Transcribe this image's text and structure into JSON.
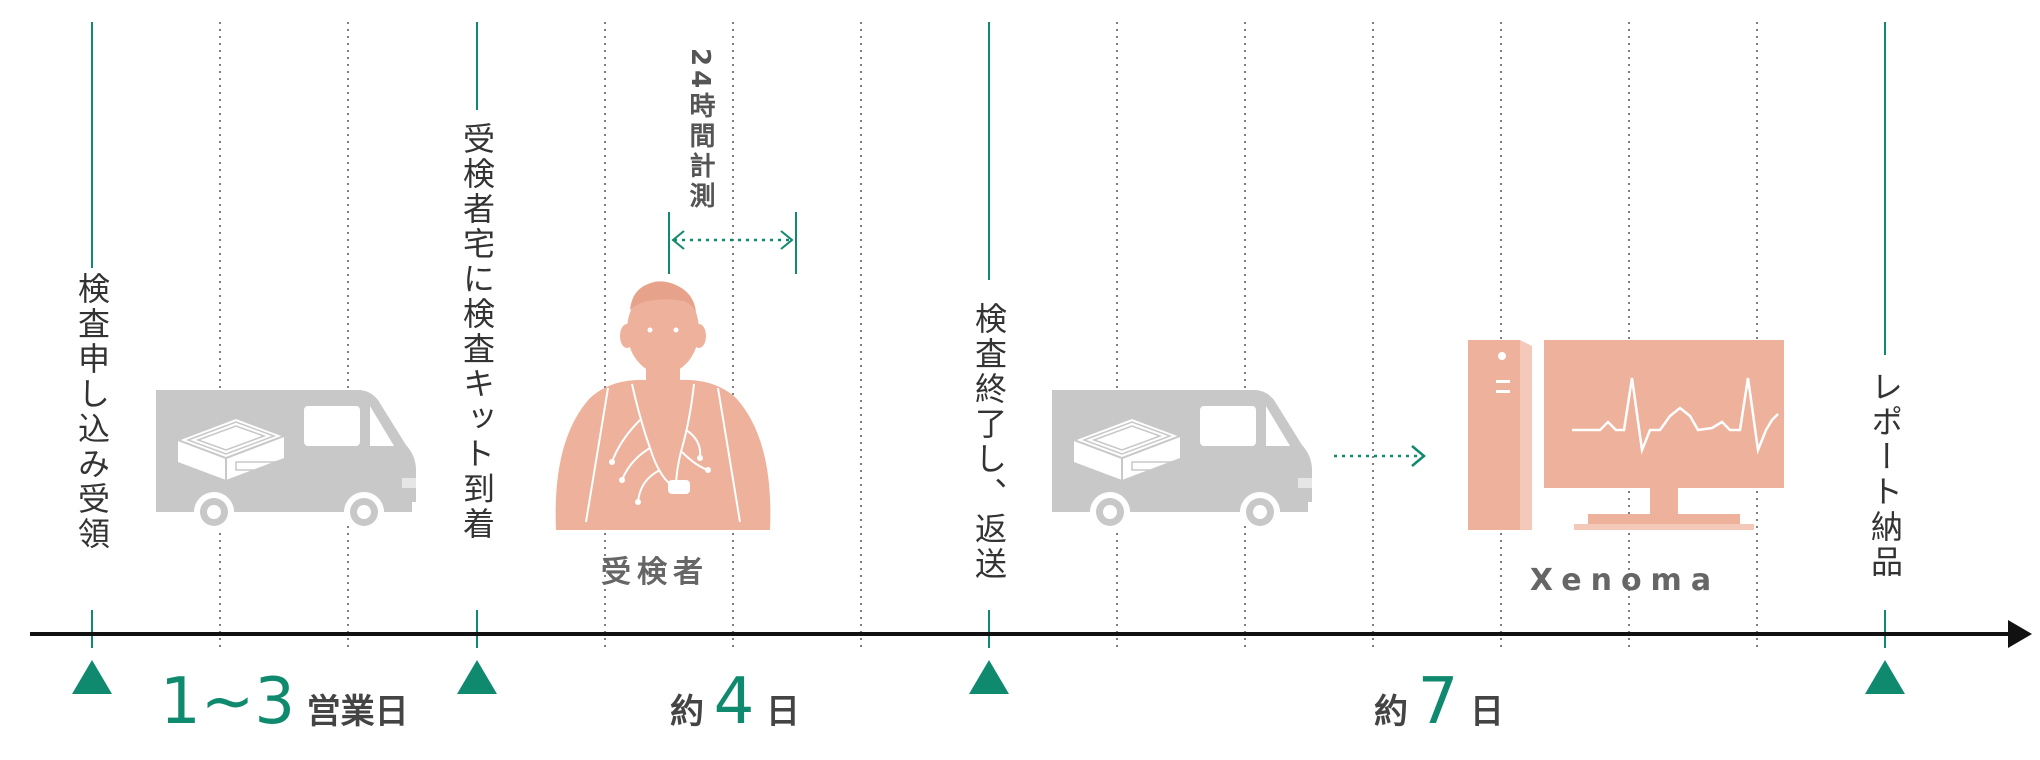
{
  "colors": {
    "accent": "#0f8a6e",
    "text": "#333333",
    "label_gray": "#666666",
    "van": "#c8c8c8",
    "salmon": "#eeb19b",
    "dotted": "#555555"
  },
  "milestones": [
    {
      "label": "検査申し込み受領"
    },
    {
      "label": "受検者宅に検査キット到着"
    },
    {
      "label": "検査終了し、返送"
    },
    {
      "label": "レポート納品"
    }
  ],
  "measure": {
    "label": "24時間計測"
  },
  "person": {
    "label": "受検者"
  },
  "computer": {
    "label": "Xenoma"
  },
  "durations": [
    {
      "number": "1~3",
      "unit": "営業日"
    },
    {
      "prefix": "約",
      "number": "4",
      "unit": "日"
    },
    {
      "prefix": "約",
      "number": "7",
      "unit": "日"
    }
  ],
  "icons": {
    "van1": "delivery-van-icon",
    "van2": "delivery-van-icon",
    "person": "person-with-sensors-icon",
    "computer": "computer-monitor-ecg-icon",
    "arrow": "dotted-arrow-icon"
  }
}
